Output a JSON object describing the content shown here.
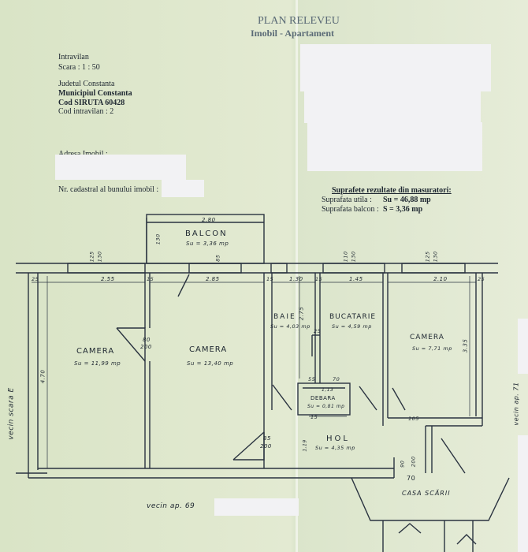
{
  "header": {
    "title": "PLAN RELEVEU",
    "subtitle": "Imobil - Apartament"
  },
  "info": {
    "intravilan": "Intravilan",
    "scara": "Scara : 1 : 50",
    "judet": "Judetul Constanta",
    "municipiu": "Municipiul Constanta",
    "siruta": "Cod SIRUTA  60428",
    "cod_intravilan": "Cod intravilan : 2",
    "adresa": "Adresa Imobil :",
    "nr_cadastral": "Nr. cadastral al bunului imobil :"
  },
  "summary": {
    "heading": "Suprafete rezultate din masuratori:",
    "utila_label": "Suprafata utila :",
    "utila_value": "Su = 46,88 mp",
    "balcon_label": "Suprafata balcon :",
    "balcon_value": "S =  3,36 mp"
  },
  "rooms": {
    "balcon": "BALCON",
    "balcon_area": "Su = 3,36 mp",
    "camera1": "CAMERA",
    "camera1_area": "Su = 11,99 mp",
    "camera2": "CAMERA",
    "camera2_area": "Su = 13,40 mp",
    "baie": "BAIE",
    "baie_area": "Su = 4,03 mp",
    "bucatarie": "BUCATARIE",
    "bucatarie_area": "Su = 4,59 mp",
    "camera3": "CAMERA",
    "camera3_area": "Su = 7,71 mp",
    "debara": "DEBARA",
    "debara_area": "Su = 0,81 mp",
    "hol": "HOL",
    "hol_area": "Su = 4,35 mp",
    "casa_scarii": "CASA SCĂRII"
  },
  "neighbors": {
    "left": "vecin scara E",
    "bottom": "vecin ap. 69",
    "right": "vecin ap. 71"
  },
  "dimensions": {
    "balcon_w": "2.80",
    "d255": "2.55",
    "d285": "2.85",
    "d130": "1.30",
    "d145": "1.45",
    "d210": "2.10",
    "d470": "4.70",
    "d275": "2.75",
    "d335": "3.35",
    "d25a": "25",
    "d15a": "15",
    "d15b": "15",
    "d15c": "15",
    "d25b": "25",
    "d125a": "125",
    "d130a": "130",
    "d125b": "125",
    "d130b": "130",
    "d110": "110",
    "d130c": "130",
    "d85": "85",
    "d130d": "130",
    "door80": "80",
    "door200a": "200",
    "door85": "85",
    "door200b": "200",
    "d55": "55",
    "d70a": "70",
    "d70b": "70",
    "d15d": "15",
    "d25c": "25",
    "d105": "105",
    "d90": "90",
    "d200c": "200",
    "d119": "1,19",
    "d113": "1,13"
  }
}
